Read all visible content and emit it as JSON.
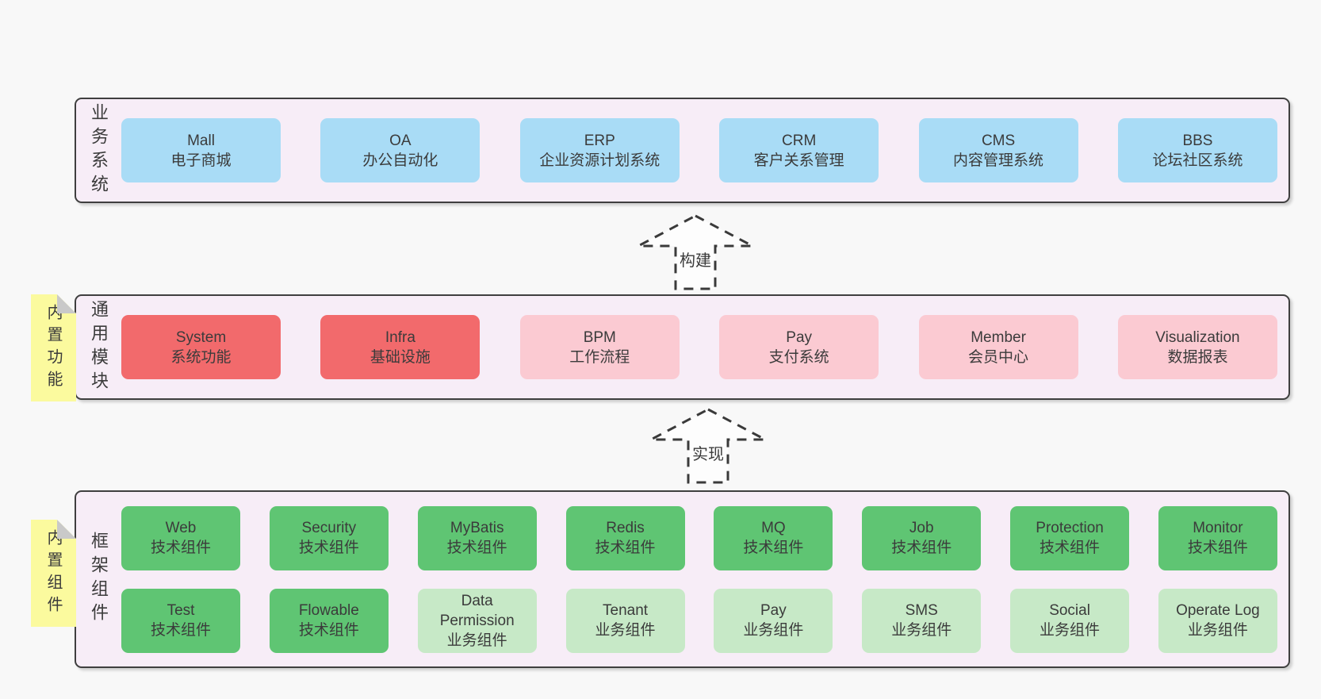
{
  "diagram": {
    "layers": [
      {
        "id": "business-systems",
        "side_label": "业务系统",
        "sticky_note": null,
        "rows": [
          [
            {
              "name": "Mall",
              "desc": "电子商城",
              "variant": "blue"
            },
            {
              "name": "OA",
              "desc": "办公自动化",
              "variant": "blue"
            },
            {
              "name": "ERP",
              "desc": "企业资源计划系统",
              "variant": "blue"
            },
            {
              "name": "CRM",
              "desc": "客户关系管理",
              "variant": "blue"
            },
            {
              "name": "CMS",
              "desc": "内容管理系统",
              "variant": "blue"
            },
            {
              "name": "BBS",
              "desc": "论坛社区系统",
              "variant": "blue"
            }
          ]
        ]
      },
      {
        "id": "common-modules",
        "side_label": "通用模块",
        "sticky_note": "内置功能",
        "rows": [
          [
            {
              "name": "System",
              "desc": "系统功能",
              "variant": "red"
            },
            {
              "name": "Infra",
              "desc": "基础设施",
              "variant": "red"
            },
            {
              "name": "BPM",
              "desc": "工作流程",
              "variant": "pink"
            },
            {
              "name": "Pay",
              "desc": "支付系统",
              "variant": "pink"
            },
            {
              "name": "Member",
              "desc": "会员中心",
              "variant": "pink"
            },
            {
              "name": "Visualization",
              "desc": "数据报表",
              "variant": "pink"
            }
          ]
        ]
      },
      {
        "id": "framework-components",
        "side_label": "框架组件",
        "sticky_note": "内置组件",
        "rows": [
          [
            {
              "name": "Web",
              "desc": "技术组件",
              "variant": "green"
            },
            {
              "name": "Security",
              "desc": "技术组件",
              "variant": "green"
            },
            {
              "name": "MyBatis",
              "desc": "技术组件",
              "variant": "green"
            },
            {
              "name": "Redis",
              "desc": "技术组件",
              "variant": "green"
            },
            {
              "name": "MQ",
              "desc": "技术组件",
              "variant": "green"
            },
            {
              "name": "Job",
              "desc": "技术组件",
              "variant": "green"
            },
            {
              "name": "Protection",
              "desc": "技术组件",
              "variant": "green"
            },
            {
              "name": "Monitor",
              "desc": "技术组件",
              "variant": "green"
            }
          ],
          [
            {
              "name": "Test",
              "desc": "技术组件",
              "variant": "green"
            },
            {
              "name": "Flowable",
              "desc": "技术组件",
              "variant": "green"
            },
            {
              "name": "Data Permission",
              "desc": "业务组件",
              "variant": "lightgreen"
            },
            {
              "name": "Tenant",
              "desc": "业务组件",
              "variant": "lightgreen"
            },
            {
              "name": "Pay",
              "desc": "业务组件",
              "variant": "lightgreen"
            },
            {
              "name": "SMS",
              "desc": "业务组件",
              "variant": "lightgreen"
            },
            {
              "name": "Social",
              "desc": "业务组件",
              "variant": "lightgreen"
            },
            {
              "name": "Operate Log",
              "desc": "业务组件",
              "variant": "lightgreen"
            }
          ]
        ]
      }
    ],
    "arrows": [
      {
        "id": "build",
        "label": "构建"
      },
      {
        "id": "implement",
        "label": "实现"
      }
    ],
    "colors": {
      "page_bg": "#f8f8f8",
      "panel_bg": "#f7edf7",
      "panel_border": "#3f3f3f",
      "blue": "#a9dcf6",
      "red": "#f26a6c",
      "pink": "#fbcad2",
      "green": "#5fc573",
      "light_green": "#c7e9c7",
      "note_yellow": "#fbfa9e",
      "fold_gray": "#c9c9c9",
      "text": "#3b3b3b",
      "arrow": "#3a3a3a"
    }
  }
}
